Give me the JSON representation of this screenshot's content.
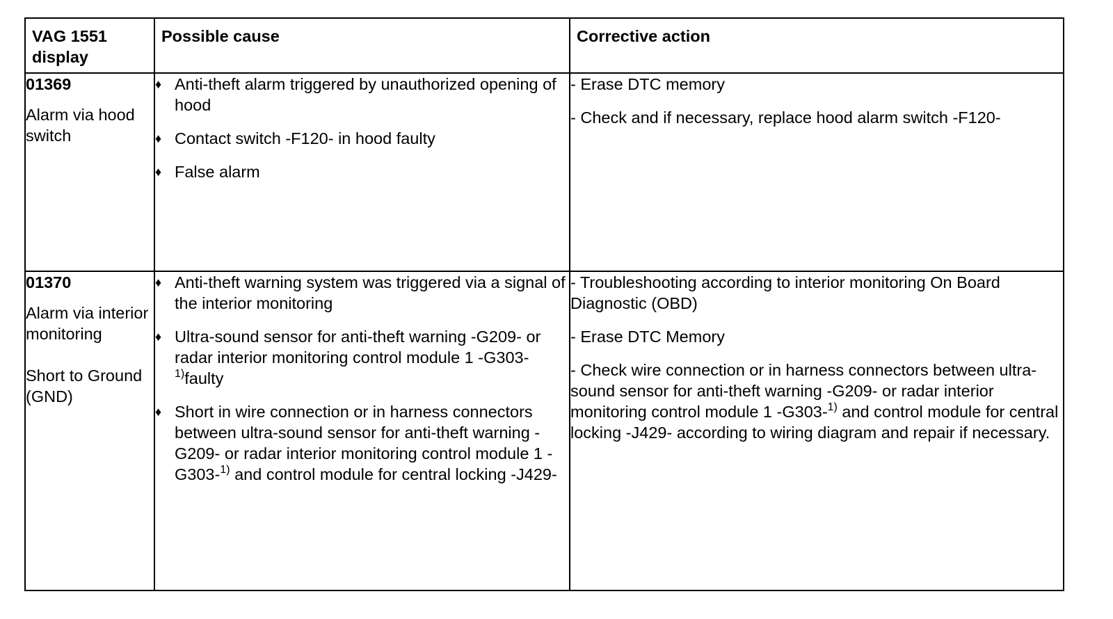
{
  "header": {
    "col1": "VAG 1551 display",
    "col2": "Possible cause",
    "col3": "Corrective action"
  },
  "rows": [
    {
      "code": "01369",
      "descriptions": [
        "Alarm via hood switch"
      ],
      "causes": [
        "Anti-theft alarm triggered by unauthorized opening of hood",
        "Contact switch -F120- in hood faulty",
        "False alarm"
      ],
      "actions": [
        "- Erase DTC memory",
        "- Check and if necessary, replace hood alarm switch -F120-"
      ]
    },
    {
      "code": "01370",
      "descriptions": [
        "Alarm via interior monitoring",
        "Short to Ground (GND)"
      ],
      "causes": [
        "Anti-theft warning system was triggered via a signal of the interior monitoring",
        "Ultra-sound sensor for anti-theft warning -G209- or radar interior monitoring control module 1 -G303-",
        "faulty",
        "Short in wire connection or in harness connectors between ultra-sound sensor for anti-theft warning -G209- or radar interior monitoring control module 1 -G303-",
        "and control module for central locking -J429-"
      ],
      "actions": [
        "- Troubleshooting according to interior monitoring On Board Diagnostic (OBD)",
        "- Erase DTC Memory",
        "- Check wire connection or in harness connectors between ultra-sound sensor for anti-theft warning -G209- or radar interior monitoring control module 1 -G303-",
        "and control module for central locking -J429- according to wiring diagram and repair if necessary."
      ]
    }
  ],
  "footnote_mark": "1)",
  "bullet_glyph": "♦"
}
